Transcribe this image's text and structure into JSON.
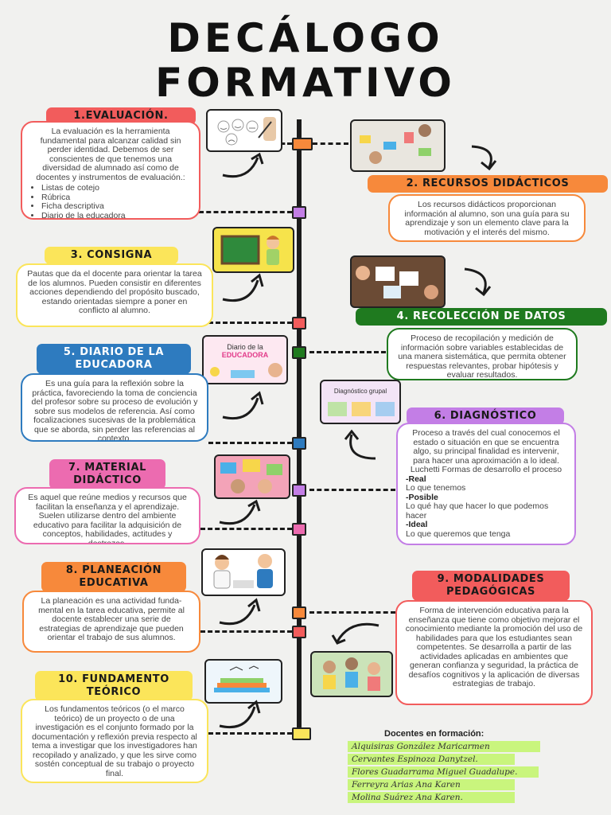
{
  "title": {
    "line1": "DECÁLOGO",
    "line2": "FORMATIVO"
  },
  "colors": {
    "red": "#f25c5c",
    "orange": "#f7893b",
    "yellow": "#fbe55a",
    "green": "#1f7a1f",
    "blue": "#2e7bbf",
    "purple": "#c37ee6",
    "pink": "#ec6bb0",
    "lime": "#c9f57d",
    "ink": "#1b1b1b"
  },
  "items": [
    {
      "label": "1.EVALUACIÓN.",
      "text": "La evaluación es la herramienta fundamental para alcanzar calidad sin perder identidad. Debemos de ser  conscientes de que tenemos una diversidad de alumnado así como de docentes y instrumentos de evaluación.:",
      "bullets": [
        "Listas de cotejo",
        "Rúbrica",
        "Ficha descriptiva",
        "Diario de la educadora"
      ],
      "icon": "evaluation-emoji-icon"
    },
    {
      "label": "2. RECURSOS DIDÁCTICOS",
      "text": "Los recursos didácticos proporcionan información al alumno, son una guía para su aprendizaje y son un elemento clave para la motivación y el interés del mismo.",
      "icon": "kids-crafting-photo-icon"
    },
    {
      "label": "3. CONSIGNA",
      "text": "Pautas que da el docente para orientar la tarea de los alumnos. Pueden consistir en diferentes acciones dependiendo  del propósito buscado, estando orientadas siempre a poner en conflicto al alumno.",
      "icon": "teacher-chalkboard-icon"
    },
    {
      "label": "4. RECOLECCIÓN DE DATOS",
      "text": "Proceso de recopilación y medición de información sobre variables establecidas de una manera sistemática, que permita obtener respuestas relevantes, probar hipótesis y evaluar resultados.",
      "icon": "data-collection-photo-icon"
    },
    {
      "label": "5. DIARIO DE LA EDUCADORA",
      "text": "Es una guía para la reflexión sobre la práctica, favoreciendo la toma de conciencia del profesor sobre su proceso de evolución y sobre sus modelos de referencia. Así como focalizaciones sucesivas de la problemática que se aborda, sin perder las referencias al contexto.",
      "icon": "diario-cover-icon",
      "icon_title": "Diario de la",
      "icon_subtitle": "EDUCADORA"
    },
    {
      "label": "6. DIAGNÓSTICO",
      "text": "Proceso a través del cual conocemos el estado o situación en que se encuentra algo, su principal finalidad es intervenir, para hacer una aproximación a lo ideal. Luchetti Formas de desarrollo el proceso",
      "phases": [
        {
          "name": "-Real",
          "desc": "Lo que tenemos"
        },
        {
          "name": "-Posible",
          "desc": "Lo qué hay que hacer lo que podemos hacer"
        },
        {
          "name": "-Ideal",
          "desc": "Lo que queremos que tenga"
        }
      ],
      "icon": "diagnostic-chart-icon",
      "icon_title": "Diagnóstico grupal"
    },
    {
      "label": "7. MATERIAL DIDÁCTICO",
      "text": "Es aquel que reúne medios y recursos que facilitan la enseñanza y el aprendizaje. Suelen utilizarse dentro del ambiente educativo para facilitar la adquisición de conceptos, habilidades, actitudes y destrezas.",
      "icon": "classroom-materials-photo-icon"
    },
    {
      "label": "8. PLANEACIÓN EDUCATIVA",
      "text": "La planeación es una actividad funda- mental en la tarea educativa, permite al docente establecer una serie de estrategias de aprendizaje que pueden orientar el trabajo de sus alumnos.",
      "icon": "teachers-planning-icon"
    },
    {
      "label": "9. MODALIDADES PEDAGÓGICAS",
      "text": "Forma de intervención educativa para la enseñanza que tiene como objetivo mejorar el conocimiento mediante la promoción del uso de habilidades para que los estudiantes sean competentes. Se desarrolla a partir de las actividades aplicadas en ambientes que generan confianza y seguridad, la práctica de desafíos cognitivos y la aplicación de diversas estrategias de trabajo.",
      "icon": "children-group-photo-icon"
    },
    {
      "label": "10. FUNDAMENTO TEÓRICO",
      "text": "Los fundamentos teóricos (o el marco teórico) de un proyecto o de una investigación es el conjunto formado por la documentación y reflexión previa respecto al tema a investigar que los investigadores han recopilado y analizado, y que les sirve como sostén conceptual de su trabajo o proyecto final.",
      "icon": "books-birds-icon"
    }
  ],
  "team": {
    "title": "Docentes en formación:",
    "members": [
      "Alquisiras González Maricarmen",
      "Cervantes Espinoza Danytzel.",
      "Flores Guadarrama Miguel Guadalupe.",
      "Ferreyra Arias Ana Karen",
      "Molina Suárez Ana Karen."
    ]
  }
}
